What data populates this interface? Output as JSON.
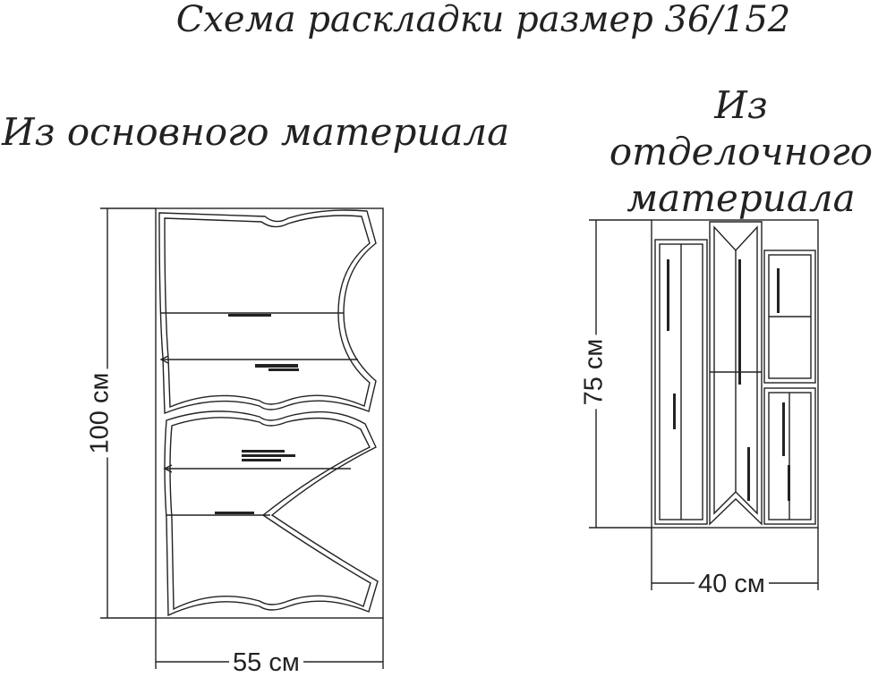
{
  "title": "Схема раскладки размер 36/152",
  "main_layout": {
    "heading": "Из основного материала",
    "width_label": "55 см",
    "height_label": "100 см"
  },
  "trim_layout": {
    "heading": "Из отделочного материала",
    "width_label": "40 см",
    "height_label": "75 см"
  }
}
